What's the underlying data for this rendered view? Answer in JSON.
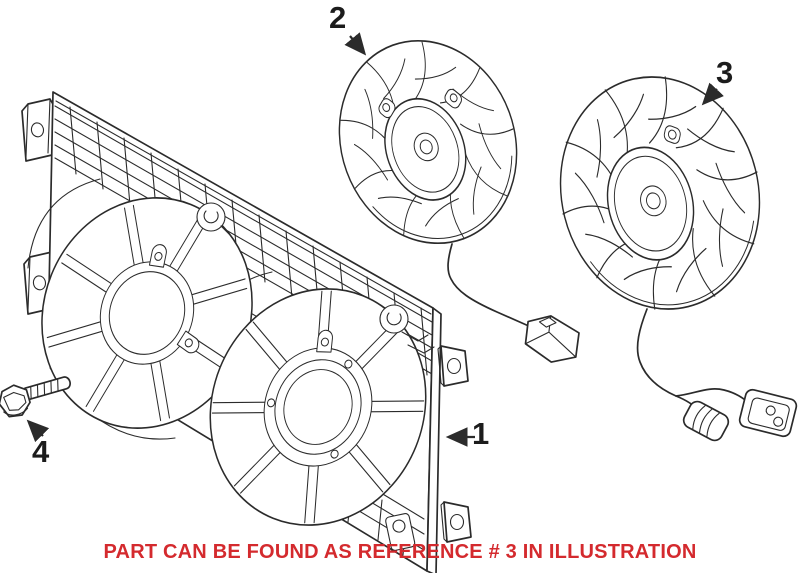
{
  "diagram": {
    "callouts": [
      {
        "label": "1"
      },
      {
        "label": "2"
      },
      {
        "label": "3"
      },
      {
        "label": "4"
      }
    ],
    "caption": "PART CAN BE FOUND AS REFERENCE # 3 IN ILLUSTRATION",
    "colors": {
      "line": "#2b2b2b",
      "caption": "#d42a2e",
      "background": "#ffffff"
    }
  }
}
